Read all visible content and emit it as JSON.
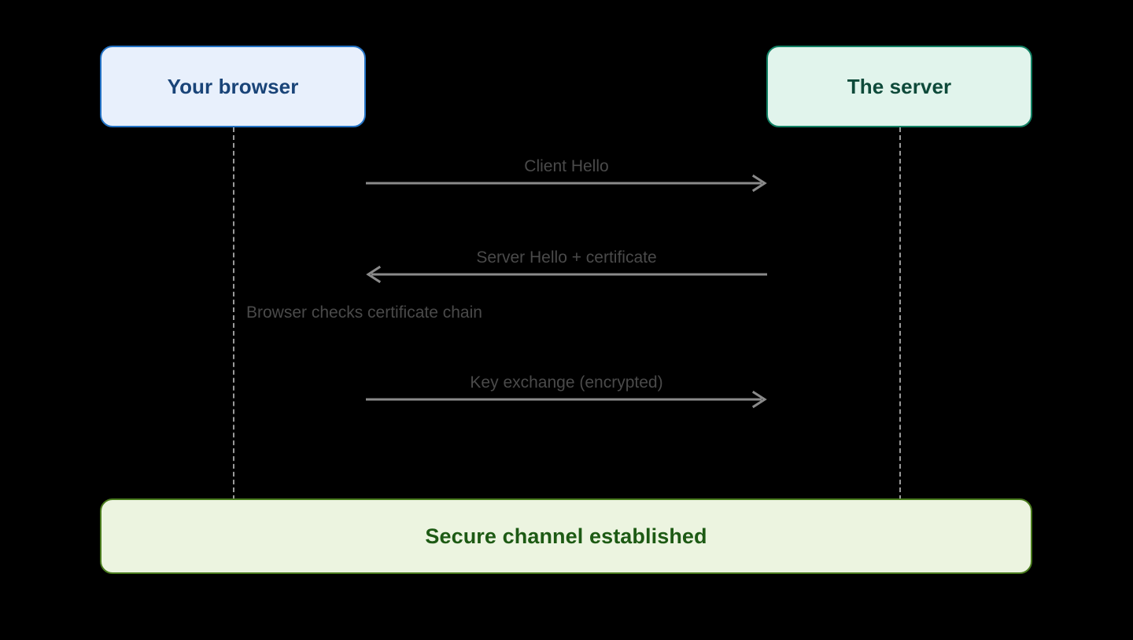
{
  "diagram": {
    "type": "sequence-diagram",
    "background_color": "#000000",
    "participants": [
      {
        "id": "browser",
        "label": "Your browser",
        "fill_color": "#e8f0fc",
        "border_color": "#2372c4",
        "text_color": "#194478"
      },
      {
        "id": "server",
        "label": "The server",
        "fill_color": "#e1f4ec",
        "border_color": "#128164",
        "text_color": "#0e4a3a"
      }
    ],
    "lifeline_color": "#9a9a9a",
    "message_color": "#4a4a4a",
    "messages": [
      {
        "label": "Client Hello",
        "from": "browser",
        "to": "server",
        "direction": "right",
        "kind": "arrow"
      },
      {
        "label": "Server Hello + certificate",
        "from": "server",
        "to": "browser",
        "direction": "left",
        "kind": "arrow"
      },
      {
        "label": "Browser checks certificate chain",
        "from": "browser",
        "to": "browser",
        "direction": "none",
        "kind": "note"
      },
      {
        "label": "Key exchange (encrypted)",
        "from": "browser",
        "to": "server",
        "direction": "right",
        "kind": "arrow"
      }
    ],
    "banner": {
      "label": "Secure channel established",
      "fill_color": "#ecf4e0",
      "border_color": "#4a7c1e",
      "text_color": "#1d5a14"
    }
  }
}
